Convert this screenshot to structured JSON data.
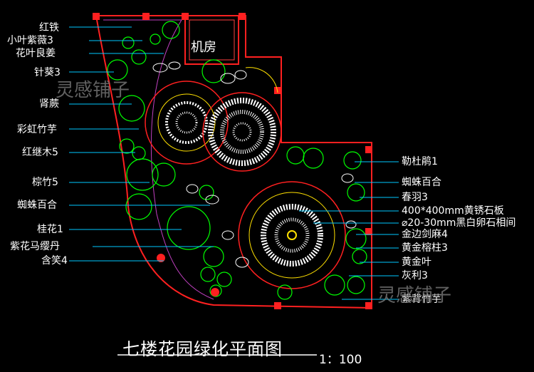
{
  "room_label": "机房",
  "watermark": "灵感铺子",
  "title": "七楼花园绿化平面图",
  "scale": "1：100",
  "left_labels": [
    "红铁",
    "小叶紫薇3",
    "花叶良姜",
    "针葵3",
    "肾蕨",
    "彩虹竹芋",
    "红继木5",
    "棕竹5",
    "蜘蛛百合",
    "桂花1",
    "紫花马缨丹",
    "含笑4"
  ],
  "right_labels": [
    "勒杜鹃1",
    "蜘蛛百合",
    "春羽3",
    "400*400mm黄锈石板",
    "⌀20-30mm黑白卵石相间",
    "金边剑麻4",
    "黄金榕柱3",
    "黄金叶",
    "灰利3",
    "紫背竹芋"
  ],
  "colors": {
    "line": "#00c8ff",
    "border": "#ff2020",
    "plant": "#00ff00",
    "paving": "#ffe000",
    "text": "#ffffff"
  }
}
